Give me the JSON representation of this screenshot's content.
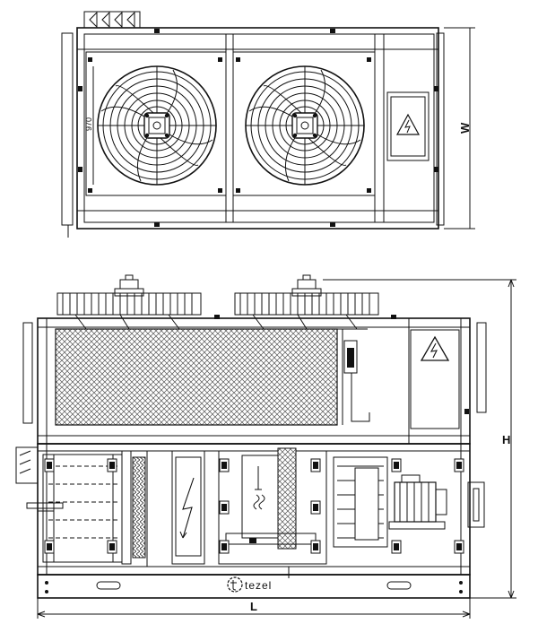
{
  "top_view": {
    "width_label": "W",
    "fan_label": "970"
  },
  "side_view": {
    "height_label": "H",
    "length_label": "L",
    "brand": "tezel"
  },
  "icons": {
    "warning": "electrical-hazard-icon",
    "fan": "axial-fan-icon",
    "damper": "damper-icon",
    "motor": "motor-icon"
  }
}
